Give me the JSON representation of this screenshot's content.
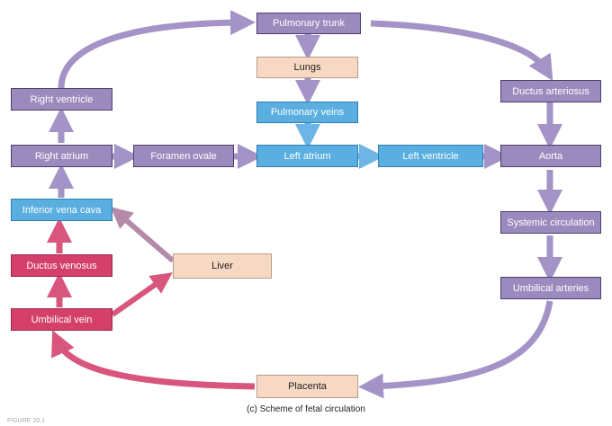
{
  "colors": {
    "purple": "#9b8abd",
    "purple_arrow": "#a393c6",
    "blue": "#5aaee0",
    "blue_arrow": "#6cb5e6",
    "pink": "#d4406a",
    "pink_arrow": "#d8567d",
    "peach": "#f7d8c2",
    "mauve_arrow": "#b38aa8"
  },
  "nodes": {
    "pulmonary_trunk": "Pulmonary trunk",
    "lungs": "Lungs",
    "pulmonary_veins": "Pulmonary veins",
    "right_ventricle": "Right ventricle",
    "right_atrium": "Right atrium",
    "foramen_ovale": "Foramen ovale",
    "left_atrium": "Left atrium",
    "left_ventricle": "Left ventricle",
    "aorta": "Aorta",
    "ductus_arteriosus": "Ductus arteriosus",
    "systemic_circulation": "Systemic circulation",
    "umbilical_arteries": "Umbilical arteries",
    "inferior_vena_cava": "Inferior vena cava",
    "ductus_venosus": "Ductus venosus",
    "umbilical_vein": "Umbilical vein",
    "liver": "Liver",
    "placenta": "Placenta"
  },
  "caption": "(c) Scheme of fetal circulation",
  "corner_label": "FIGURE 20.1"
}
